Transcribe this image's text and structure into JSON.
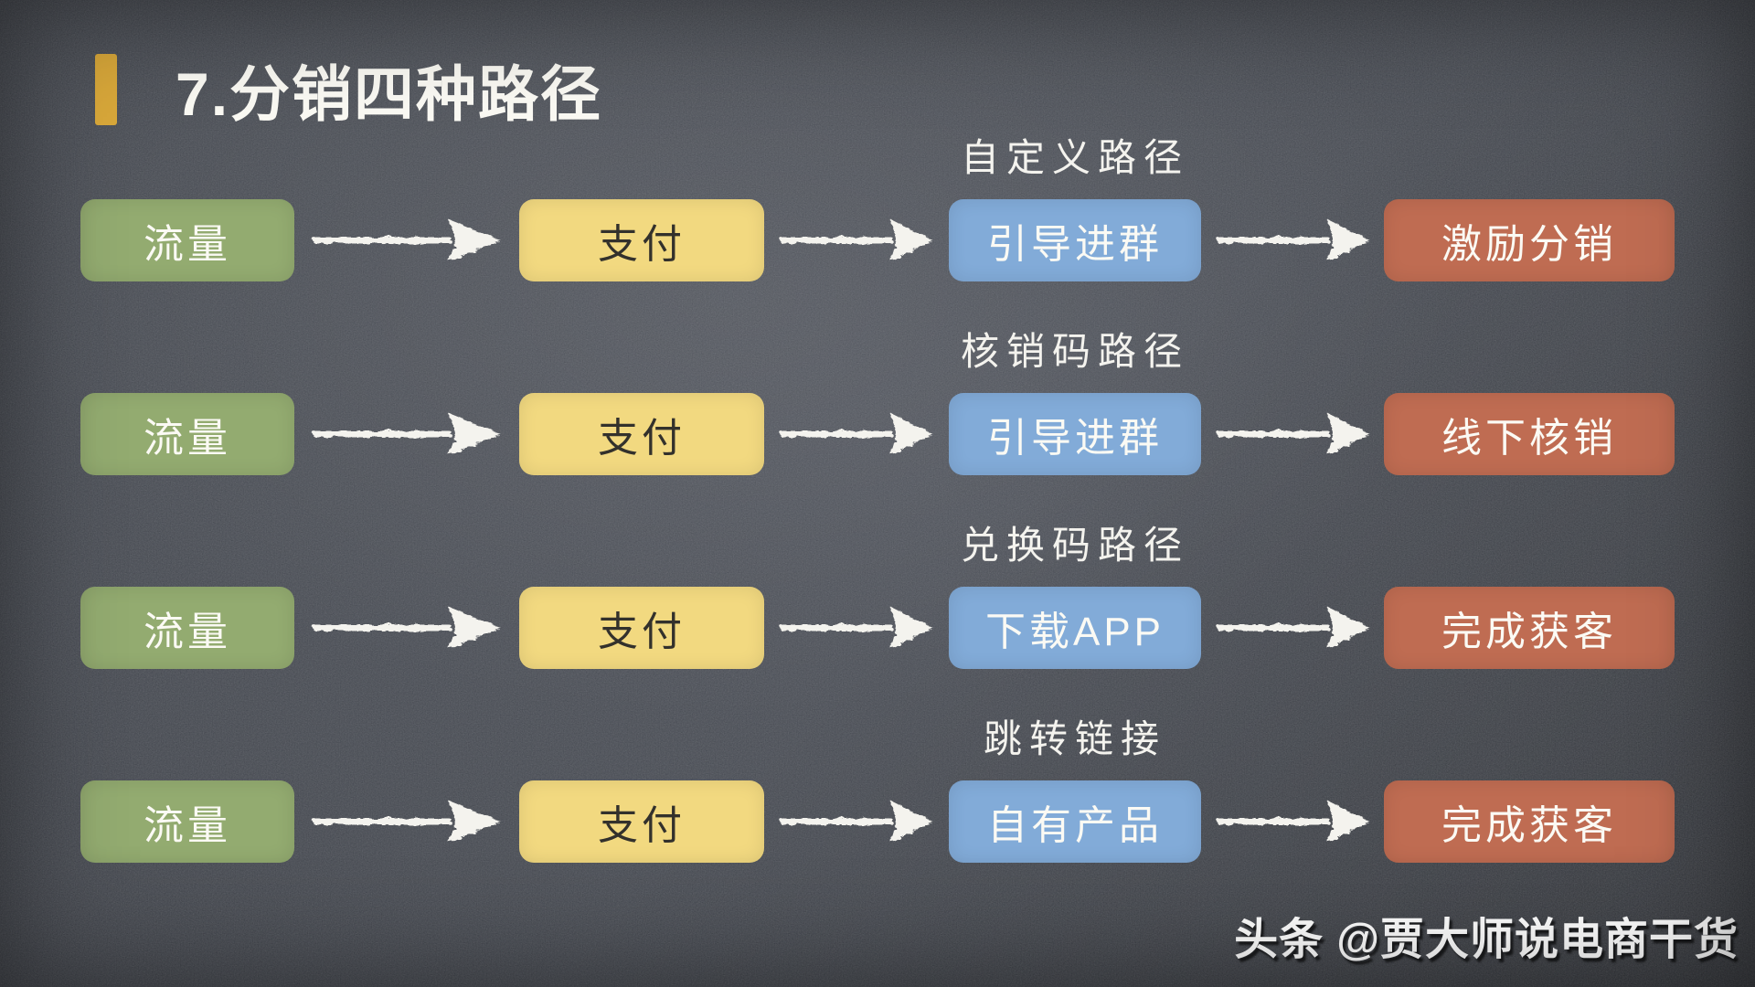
{
  "title": {
    "text": "7.分销四种路径"
  },
  "watermark": {
    "platform": "头条",
    "handle": "@贾大师说电商干货"
  },
  "icons": {
    "flow_arrow": "chalk-arrow-right"
  },
  "palette": {
    "bg-base": "#383c44",
    "bg-edge": "#2a2d34",
    "chalk": "#f4f3ee",
    "accent-gold": "#d9a83a",
    "node-green": "#93ab70",
    "node-yellow": "#f2d980",
    "node-blue": "#82abd8",
    "node-red": "#bf6c52",
    "text-dark": "#33312c",
    "text-light": "#fbfaf4"
  },
  "rows": [
    {
      "label": "自定义路径",
      "steps": [
        {
          "text": "流量"
        },
        {
          "text": "支付"
        },
        {
          "text": "引导进群"
        },
        {
          "text": "激励分销"
        }
      ]
    },
    {
      "label": "核销码路径",
      "steps": [
        {
          "text": "流量"
        },
        {
          "text": "支付"
        },
        {
          "text": "引导进群"
        },
        {
          "text": "线下核销"
        }
      ]
    },
    {
      "label": "兑换码路径",
      "steps": [
        {
          "text": "流量"
        },
        {
          "text": "支付"
        },
        {
          "text": "下载APP"
        },
        {
          "text": "完成获客"
        }
      ]
    },
    {
      "label": "跳转链接",
      "steps": [
        {
          "text": "流量"
        },
        {
          "text": "支付"
        },
        {
          "text": "自有产品"
        },
        {
          "text": "完成获客"
        }
      ]
    }
  ]
}
